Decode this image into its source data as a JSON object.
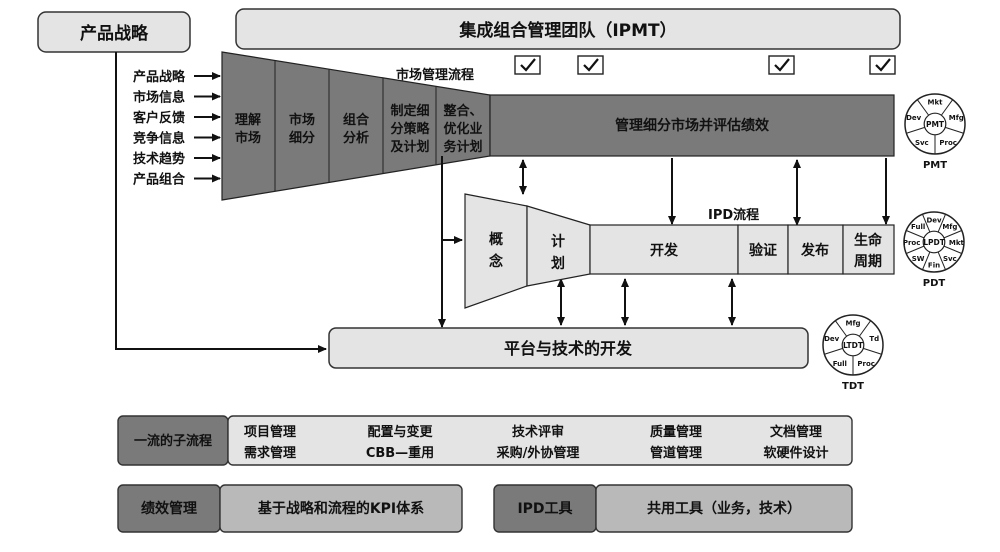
{
  "header": {
    "strategy_box": "产品战略",
    "ipmt_title": "集成组合管理团队（IPMT）",
    "market_flow_label": "市场管理流程"
  },
  "inputs": [
    "产品战略",
    "市场信息",
    "客户反馈",
    "竞争信息",
    "技术趋势",
    "产品组合"
  ],
  "market_stages": [
    [
      "理解",
      "市场"
    ],
    [
      "市场",
      "细分"
    ],
    [
      "组合",
      "分析"
    ],
    [
      "制定细",
      "分策略",
      "及计划"
    ],
    [
      "整合、",
      "优化业",
      "务计划"
    ]
  ],
  "market_bar": "管理细分市场并评估绩效",
  "ipd": {
    "label": "IPD流程",
    "concept": [
      "概",
      "念"
    ],
    "plan": [
      "计",
      "划"
    ],
    "develop": "开发",
    "verify": "验证",
    "release": "发布",
    "lifecycle": [
      "生命",
      "周期"
    ]
  },
  "platform": "平台与技术的开发",
  "teams": {
    "pmt": {
      "name": "PMT",
      "center": "PMT",
      "segments": [
        "Mkt",
        "Mfg",
        "Proc",
        "Svc",
        "Dev"
      ]
    },
    "pdt": {
      "name": "PDT",
      "center": "LPDT",
      "segments": [
        "Dev",
        "Mfg",
        "Mkt",
        "Svc",
        "Fin",
        "SW",
        "Proc",
        "Full"
      ]
    },
    "tdt": {
      "name": "TDT",
      "center": "LTDT",
      "segments": [
        "Mfg",
        "Td",
        "Proc",
        "Full",
        "Dev"
      ]
    }
  },
  "subprocess": {
    "label": "一流的子流程",
    "items": [
      [
        "项目管理",
        "需求管理"
      ],
      [
        "配置与变更",
        "CBB—重用"
      ],
      [
        "技术评审",
        "采购/外协管理"
      ],
      [
        "质量管理",
        "管道管理"
      ],
      [
        "文档管理",
        "软硬件设计"
      ]
    ]
  },
  "performance": {
    "label": "绩效管理",
    "text": "基于战略和流程的KPI体系"
  },
  "tools": {
    "label": "IPD工具",
    "text": "共用工具（业务，技术）"
  },
  "colors": {
    "dark": "#7a7a7a",
    "mid": "#b9b9b9",
    "light": "#e4e4e4",
    "stroke": "#333333"
  }
}
